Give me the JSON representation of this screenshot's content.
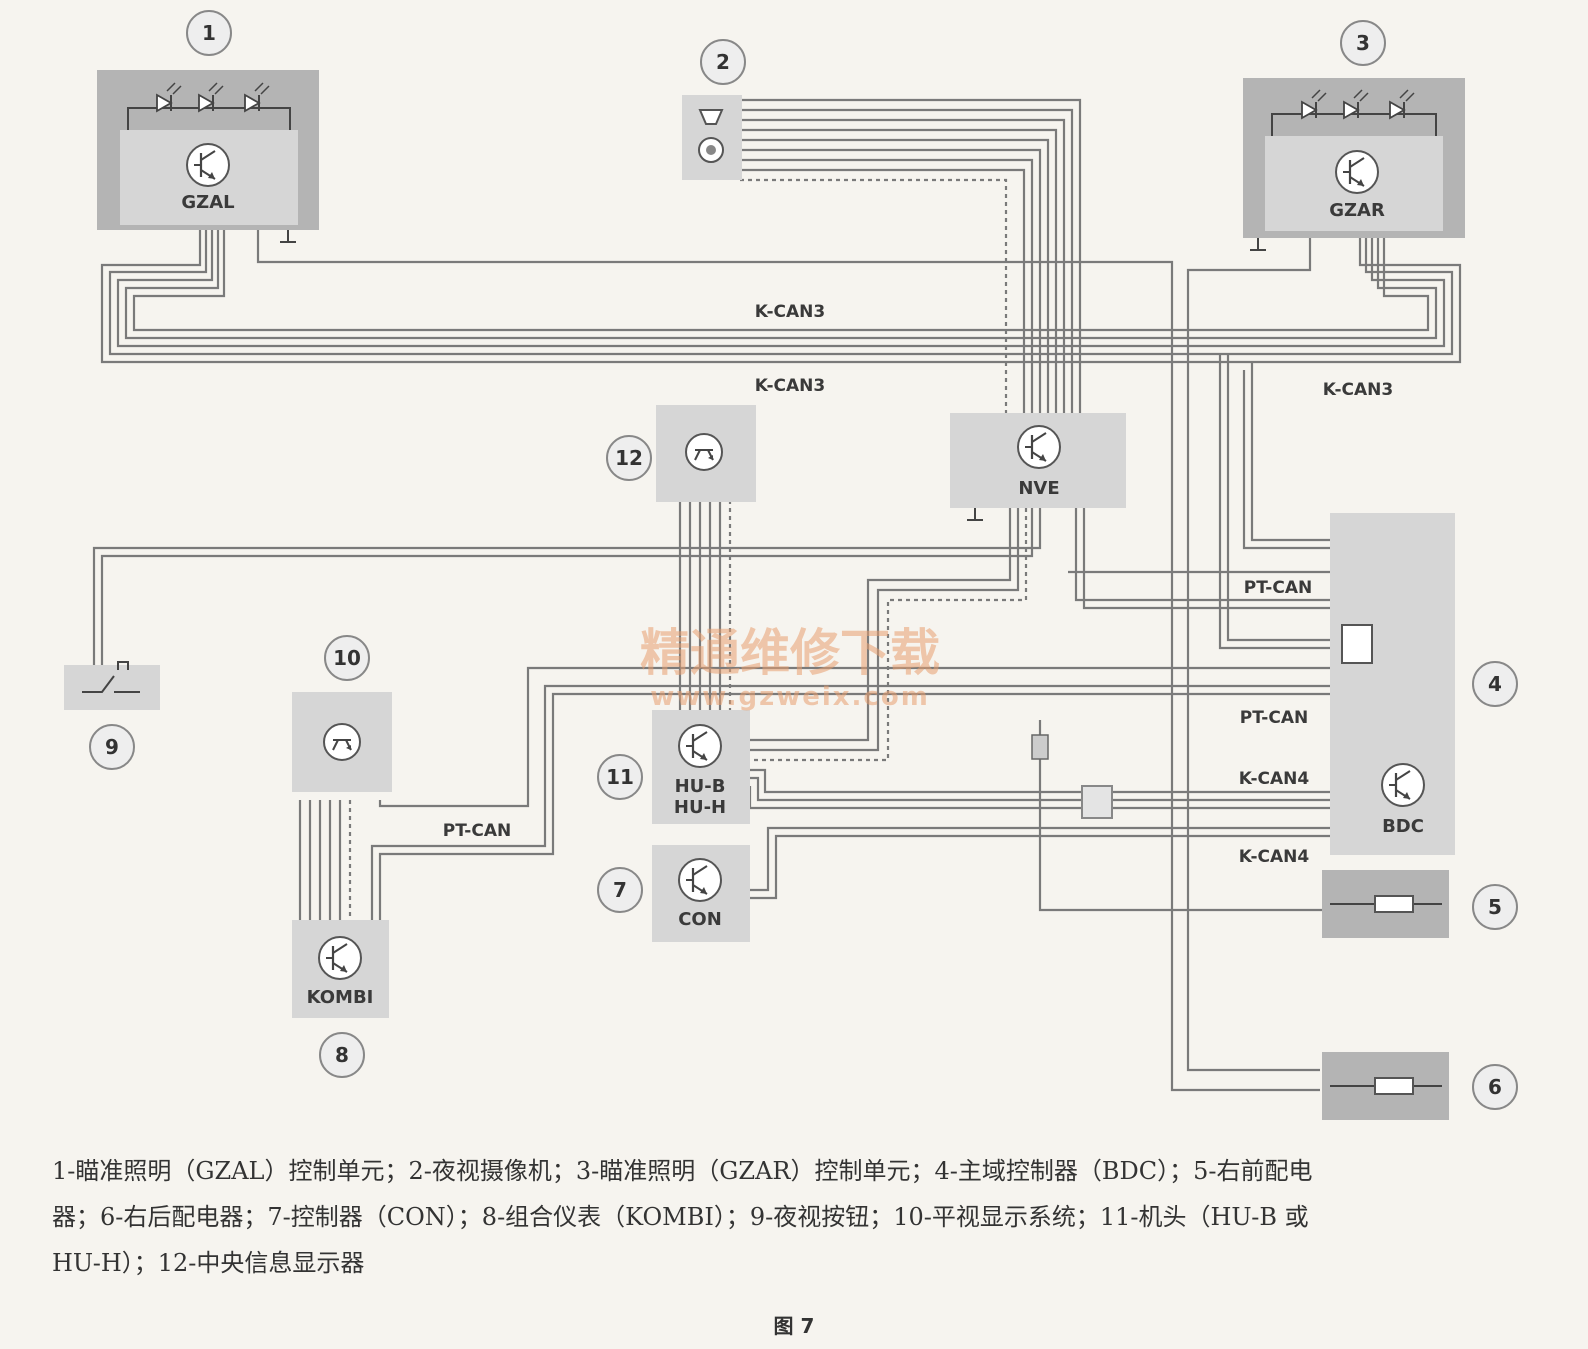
{
  "units": [
    {
      "num": "1",
      "name": "GZAL"
    },
    {
      "num": "2",
      "name": ""
    },
    {
      "num": "3",
      "name": "GZAR"
    },
    {
      "num": "4",
      "name": "BDC"
    },
    {
      "num": "5",
      "name": ""
    },
    {
      "num": "6",
      "name": ""
    },
    {
      "num": "7",
      "name": "CON"
    },
    {
      "num": "8",
      "name": "KOMBI"
    },
    {
      "num": "9",
      "name": ""
    },
    {
      "num": "10",
      "name": ""
    },
    {
      "num": "11",
      "name": "HU-B",
      "name2": "HU-H"
    },
    {
      "num": "12",
      "name": ""
    },
    {
      "num": "",
      "name": "NVE"
    }
  ],
  "bus_labels": {
    "kcan3_a": "K-CAN3",
    "kcan3_b": "K-CAN3",
    "kcan3_c": "K-CAN3",
    "ptcan_a": "PT-CAN",
    "ptcan_b": "PT-CAN",
    "ptcan_c": "PT-CAN",
    "kcan4_a": "K-CAN4",
    "kcan4_b": "K-CAN4"
  },
  "watermark": {
    "title": "精通维修下载",
    "url": "www.gzweix.com"
  },
  "caption": {
    "line1": "1-瞄准照明（GZAL）控制单元；2-夜视摄像机；3-瞄准照明（GZAR）控制单元；4-主域控制器（BDC）；5-右前配电",
    "line2": "器；6-右后配电器；7-控制器（CON）；8-组合仪表（KOMBI）；9-夜视按钮；10-平视显示系统；11-机头（HU-B 或",
    "line3": "HU-H）；12-中央信息显示器"
  },
  "figure_title": "图 7",
  "colors": {
    "box": "#d6d6d6",
    "box_dark": "#b4b4b4",
    "wire": "#7a7a7a",
    "bg": "#f6f4ef"
  }
}
